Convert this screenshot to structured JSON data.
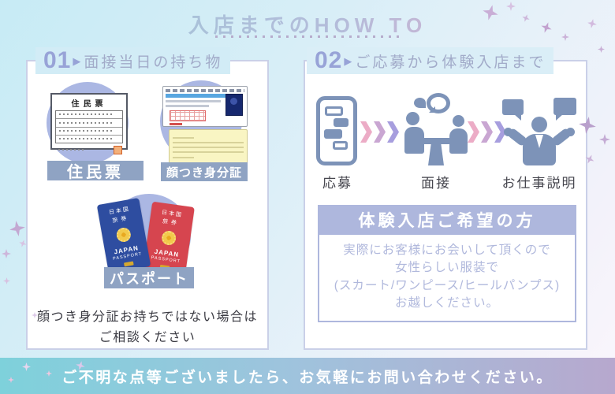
{
  "page": {
    "title": "入店までのHOW TO",
    "footer": "ご不明な点等ございましたら、お気軽にお問い合わせください。"
  },
  "section01": {
    "number": "01",
    "marker": "▶",
    "heading": "面接当日の持ち物",
    "items": [
      {
        "label": "住民票",
        "icon": "resident-card-icon"
      },
      {
        "label": "顔つき身分証",
        "icon": "photo-id-icon"
      },
      {
        "label": "パスポート",
        "icon": "passport-icon"
      }
    ],
    "note": [
      "顔つき身分証お持ちではない場合は",
      "ご相談ください"
    ]
  },
  "section02": {
    "number": "02",
    "marker": "▶",
    "heading": "ご応募から体験入店まで",
    "steps": [
      {
        "label": "応募",
        "icon": "smartphone-chat-icon"
      },
      {
        "label": "面接",
        "icon": "interview-icon"
      },
      {
        "label": "お仕事説明",
        "icon": "presenter-speech-icon"
      }
    ],
    "trial": {
      "heading": "体験入店ご希望の方",
      "lines": [
        "実際にお客様にお会いして頂くので",
        "女性らしい服装で",
        "(スカート/ワンピース/ヒールパンプス)",
        "お越しください。"
      ]
    }
  },
  "icons": {
    "resident_card": {
      "title": "住民票"
    },
    "passport": {
      "country_line1": "日本国",
      "country_line2": "旅券",
      "name": "JAPAN",
      "type": "PASSPORT"
    }
  },
  "colors": {
    "label_bar": "#8fa3c3",
    "item_circle": "#abb7e3",
    "icon_blue": "#7d93b8",
    "trial_bar": "#aeb7dd",
    "footer_gradient_start": "#7ed1db",
    "footer_gradient_end": "#b7a8ce",
    "passport_blue": "#2e4da0",
    "passport_red": "#d6454f",
    "title_gradient_start": "#9cc8d8",
    "title_gradient_end": "#e3abcb"
  }
}
